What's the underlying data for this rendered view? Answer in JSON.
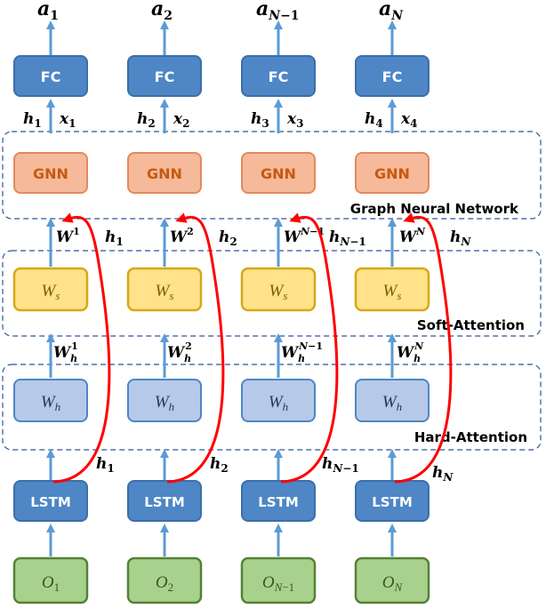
{
  "outputs": [
    "a₁",
    "a₂",
    "a_{N−1}",
    "a_N"
  ],
  "fc_label": "FC",
  "fc_inputs": [
    {
      "h": "h₁",
      "x": "x₁"
    },
    {
      "h": "h₂",
      "x": "x₂"
    },
    {
      "h": "h₃",
      "x": "x₃"
    },
    {
      "h": "h₄",
      "x": "x₄"
    }
  ],
  "gnn_label": "GNN",
  "gnn_group_label": "Graph Neural Network",
  "weights": [
    "W¹",
    "W²",
    "W^{N−1}",
    "W^N"
  ],
  "weight_h_labels": [
    "h₁",
    "h₂",
    "h_{N−1}",
    "h_N"
  ],
  "ws_label": "W_s",
  "soft_group_label": "Soft-Attention",
  "weights_h": [
    "W_h^1",
    "W_h^2",
    "W_h^{N−1}",
    "W_h^N"
  ],
  "wh_label": "W_h",
  "hard_group_label": "Hard-Attention",
  "lstm_label": "LSTM",
  "lstm_h_labels": [
    "h₁",
    "h₂",
    "h_{N−1}",
    "h_N"
  ],
  "observations": [
    "O₁",
    "O₂",
    "O_{N−1}",
    "O_N"
  ],
  "colors": {
    "blue_box": "#4e86c6",
    "blue_box_border": "#3b6fa8",
    "light_blue_box": "#b7c9e8",
    "gnn_fill": "#f6b99a",
    "gnn_border": "#e28a5e",
    "gnn_text": "#c55a11",
    "ws_fill": "#ffe28a",
    "ws_border": "#d6a817",
    "obs_fill": "#a9d18e",
    "obs_border": "#548235",
    "arrow_blue": "#5b9bd5",
    "arrow_red": "#ff0000",
    "dashed": "#2f5597"
  }
}
